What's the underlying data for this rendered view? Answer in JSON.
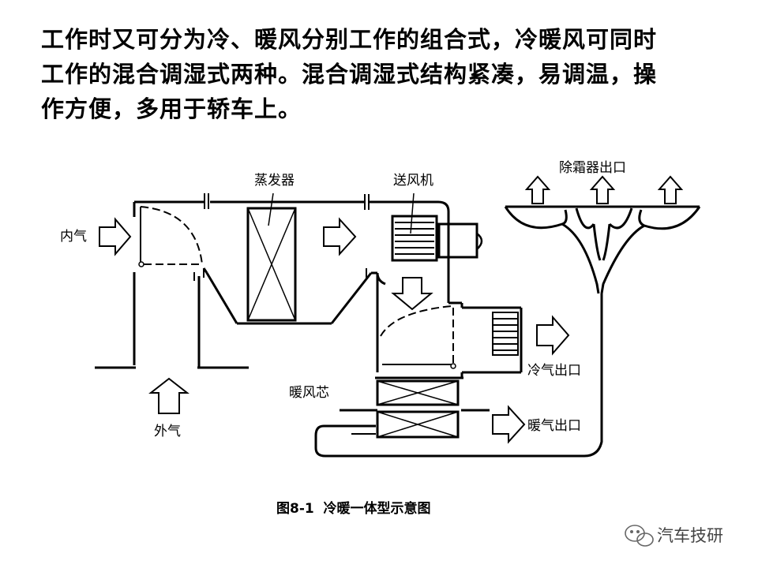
{
  "paragraph": {
    "line1": "工作时又可分为冷、暖风分别工作的组合式，冷暖风可同时",
    "line2": "工作的混合调湿式两种。混合调湿式结构紧凑，易调温，操",
    "line3": "作方便，多用于轿车上。"
  },
  "diagram": {
    "labels": {
      "inner_air": "内气",
      "outer_air": "外气",
      "evaporator": "蒸发器",
      "blower": "送风机",
      "defrost_outlet": "除霜器出口",
      "cold_outlet": "冷气出口",
      "heater_core": "暖风芯",
      "warm_outlet": "暖气出口"
    },
    "caption": "图8-1  冷暖一体型示意图"
  },
  "watermark": {
    "text": "汽车技研",
    "icon": "wechat-icon"
  }
}
